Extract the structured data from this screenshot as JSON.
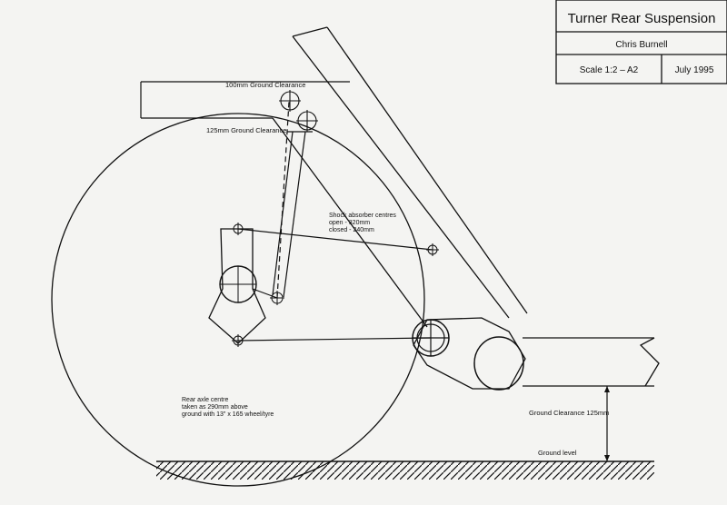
{
  "title_block": {
    "title": "Turner Rear Suspension",
    "author": "Chris Burnell",
    "scale": "Scale 1:2  – A2",
    "date": "July 1995"
  },
  "labels": {
    "ground_100": "100mm Ground Clearance",
    "ground_125": "125mm Ground Clearance",
    "shock_1": "Shock absorber centres",
    "shock_2": "open - 320mm",
    "shock_3": "closed - 240mm",
    "axle_1": "Rear axle centre",
    "axle_2": "taken as 290mm above",
    "axle_3": "ground with 13\" x 165 wheel/tyre",
    "ground_clearance": "Ground Clearance 125mm",
    "ground_level": "Ground level"
  },
  "colors": {
    "ink": "#111111",
    "paper": "#f4f4f2"
  }
}
